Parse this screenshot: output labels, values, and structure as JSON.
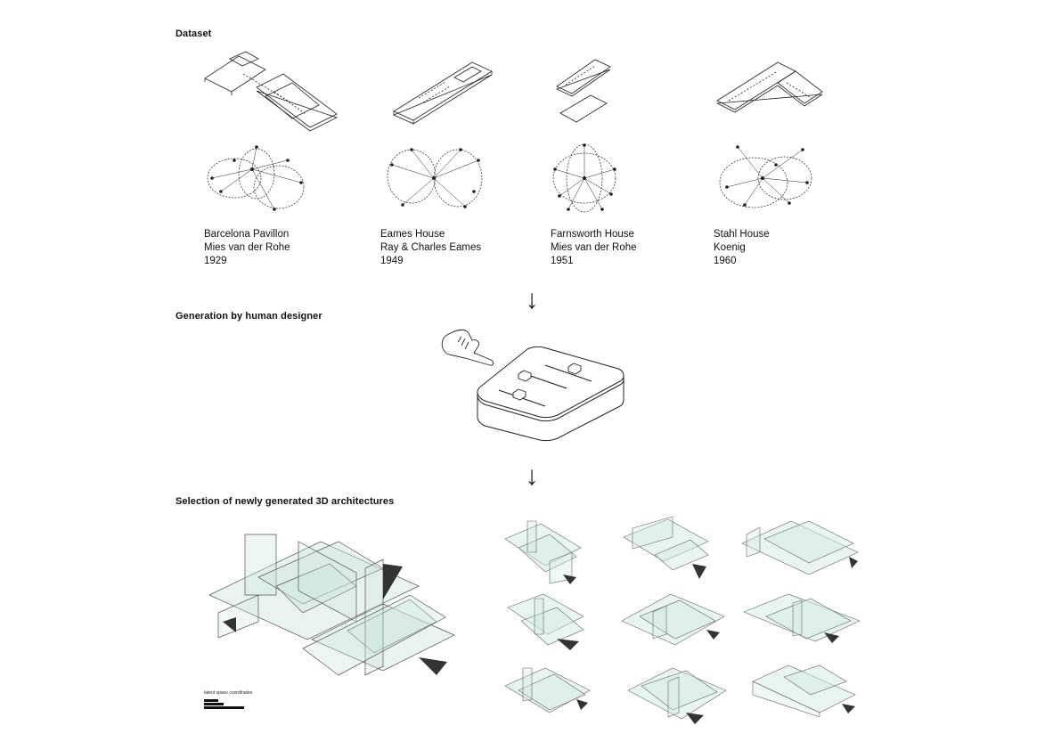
{
  "sections": {
    "dataset": "Dataset",
    "generation": "Generation by human designer",
    "selection": "Selection of newly generated 3D architectures"
  },
  "buildings": [
    {
      "name": "Barcelona Pavillon",
      "architect": "Mies van der Rohe",
      "year": "1929"
    },
    {
      "name": "Eames House",
      "architect": "Ray & Charles Eames",
      "year": "1949"
    },
    {
      "name": "Farnsworth House",
      "architect": "Mies van der Rohe",
      "year": "1951"
    },
    {
      "name": "Stahl House",
      "architect": "Koenig",
      "year": "1960"
    }
  ],
  "arrow_glyph": "↓",
  "legend": {
    "label": "latent space coordinates",
    "values": [
      0.35,
      0.5,
      1.0
    ]
  },
  "icons": [
    "hand-pointer-icon",
    "slider-box-icon",
    "arrow-down-icon"
  ]
}
